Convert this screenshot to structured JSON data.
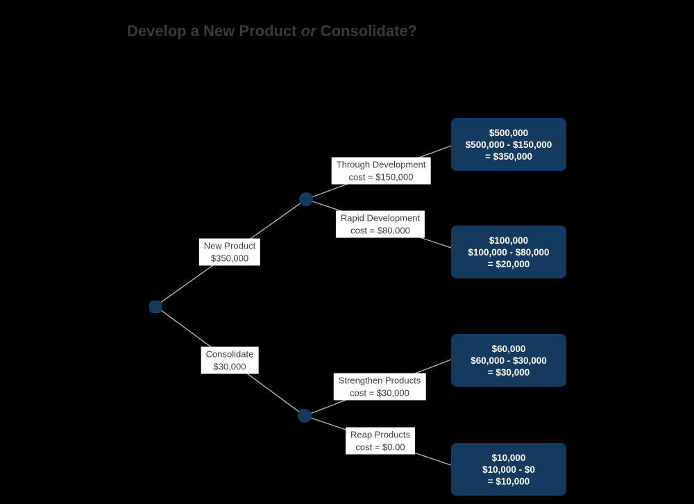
{
  "title": {
    "part1": "Develop a New Product ",
    "part2": "or",
    "part3": " Consolidate?"
  },
  "colors": {
    "background": "#000000",
    "node_and_box": "#143A60",
    "edge": "#B3B3B3",
    "label_background": "#FFFFFF",
    "label_text": "#3F3F3F",
    "title_text": "#3A3A3C",
    "box_text": "#FFFFFF"
  },
  "tree": {
    "root_node": "decision-node",
    "decision_branches": [
      {
        "name": "New Product",
        "value": "$350,000"
      },
      {
        "name": "Consolidate",
        "value": "$30,000"
      }
    ],
    "chance_branches": [
      {
        "name": "Through Development",
        "cost": "cost = $150,000"
      },
      {
        "name": "Rapid Development",
        "cost": "cost = $80,000"
      },
      {
        "name": "Strengthen Products",
        "cost": "cost = $30,000"
      },
      {
        "name": "Reap Products",
        "cost": "cost = $0.00"
      }
    ],
    "payoffs": [
      {
        "line1": "$500,000",
        "line2": "$500,000 - $150,000",
        "line3": "= $350,000"
      },
      {
        "line1": "$100,000",
        "line2": "$100,000 - $80,000",
        "line3": "= $20,000"
      },
      {
        "line1": "$60,000",
        "line2": "$60,000 - $30,000",
        "line3": "= $30,000"
      },
      {
        "line1": "$10,000",
        "line2": "$10,000 - $0",
        "line3": "= $10,000"
      }
    ]
  }
}
